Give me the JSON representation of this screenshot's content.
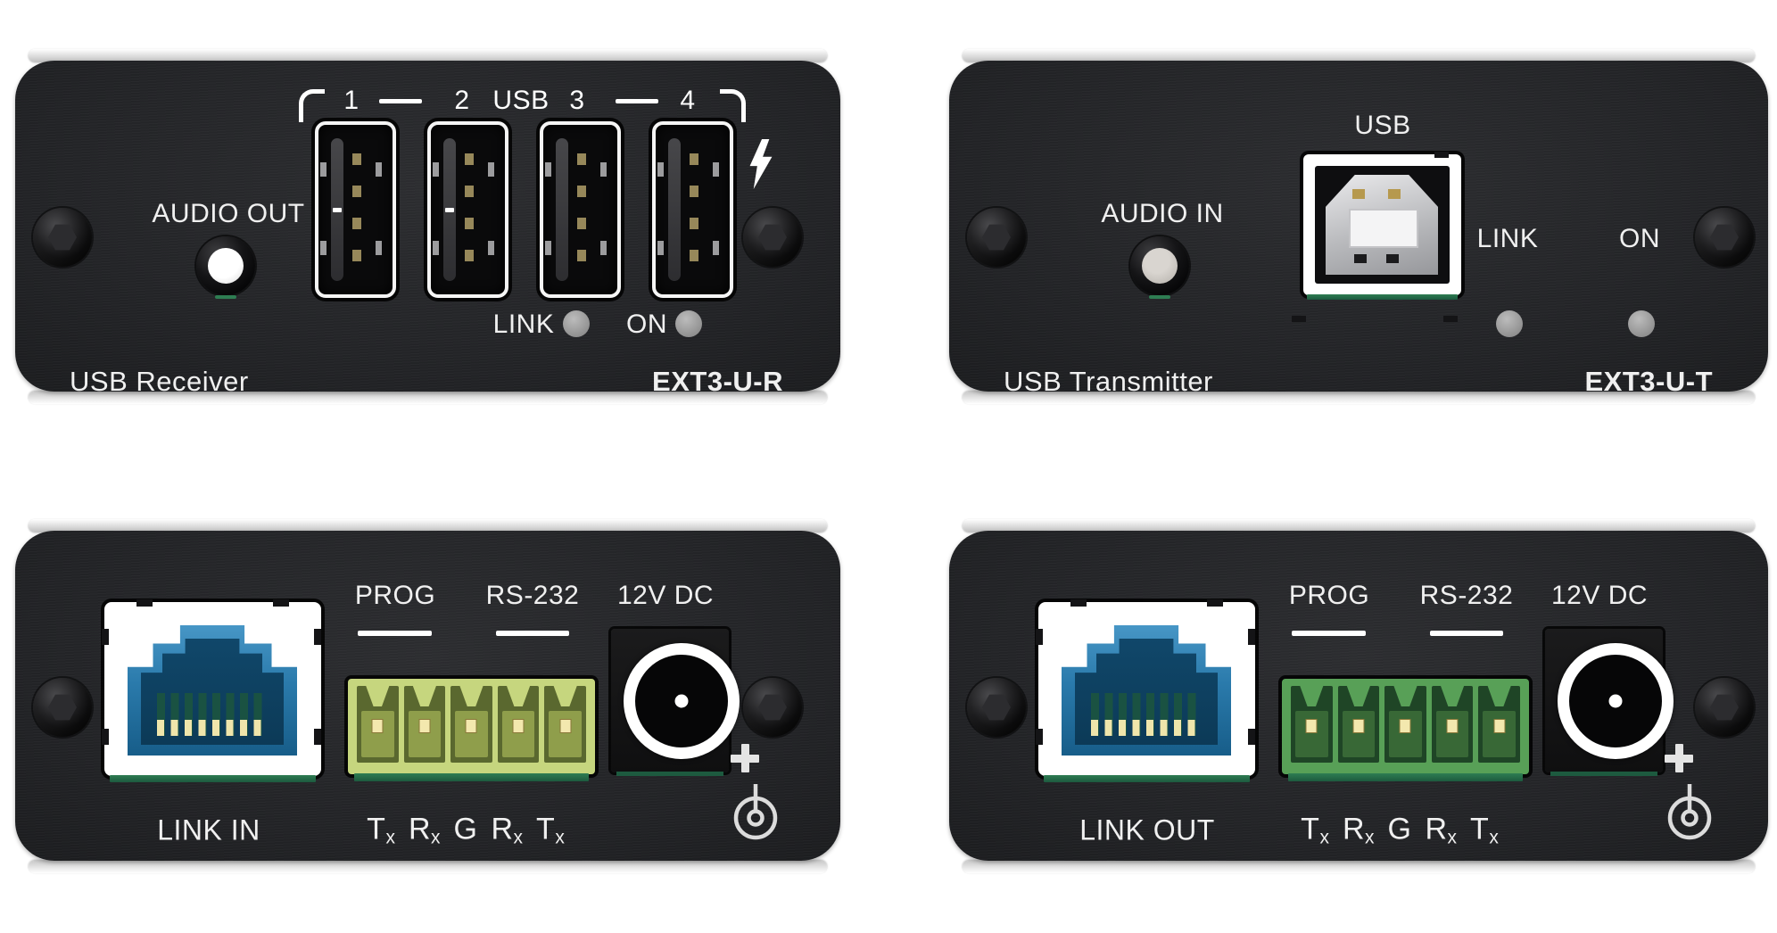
{
  "devices": {
    "receiver": {
      "title": "USB Receiver",
      "model": "EXT3-U-R",
      "audio_label": "AUDIO OUT",
      "usb_group_label": "USB",
      "ports": [
        "1",
        "2",
        "3",
        "4"
      ],
      "link_label": "LINK",
      "on_label": "ON"
    },
    "transmitter": {
      "title": "USB Transmitter",
      "model": "EXT3-U-T",
      "audio_label": "AUDIO IN",
      "usb_label": "USB",
      "link_label": "LINK",
      "on_label": "ON"
    },
    "receiver_rear": {
      "title": "LINK IN",
      "prog_label": "PROG",
      "rs232_label": "RS-232",
      "power_label": "12V DC",
      "polarity_plus": "+",
      "pins": [
        {
          "letter": "T",
          "sub": "x"
        },
        {
          "letter": "R",
          "sub": "x"
        },
        {
          "letter": "G",
          "sub": ""
        },
        {
          "letter": "R",
          "sub": "x"
        },
        {
          "letter": "T",
          "sub": "x"
        }
      ]
    },
    "transmitter_rear": {
      "title": "LINK OUT",
      "prog_label": "PROG",
      "rs232_label": "RS-232",
      "power_label": "12V DC",
      "polarity_plus": "+",
      "pins": [
        {
          "letter": "T",
          "sub": "x"
        },
        {
          "letter": "R",
          "sub": "x"
        },
        {
          "letter": "G",
          "sub": ""
        },
        {
          "letter": "R",
          "sub": "x"
        },
        {
          "letter": "T",
          "sub": "x"
        }
      ]
    }
  },
  "icons": {
    "charging": "lightning-bolt",
    "power_polarity": "center-positive"
  },
  "colors": {
    "plate": "#1d1e20",
    "text": "#f0f0f0",
    "led": "#a3a3a3",
    "pcb_green": "#1f5c40",
    "rj45_blue": "#2a7aab",
    "terminal_light": "#c6d67e",
    "terminal_dark": "#58a057"
  }
}
